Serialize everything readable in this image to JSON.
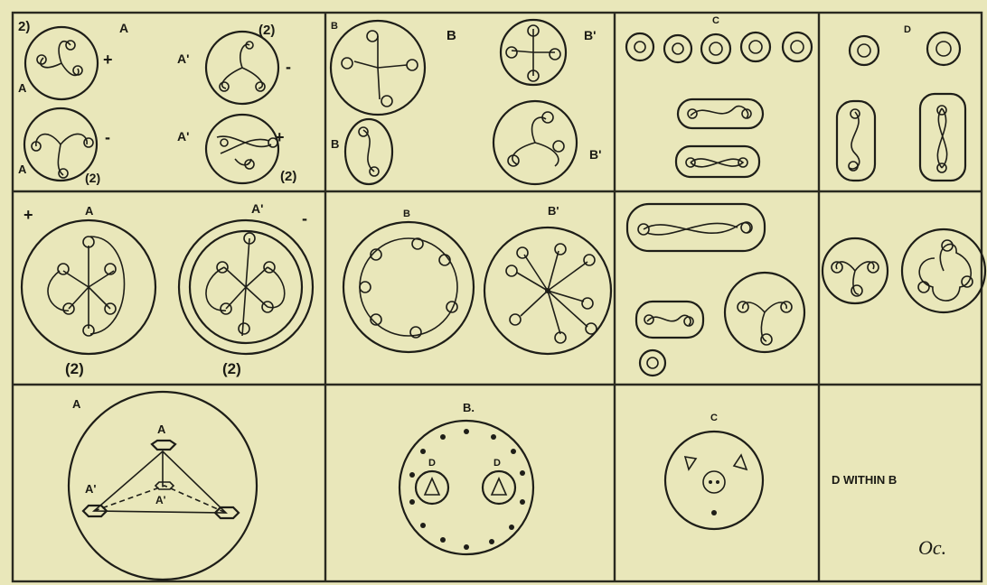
{
  "plate": {
    "panels": {
      "r1c1": {
        "labels": [
          "2)",
          "A",
          "A",
          "A",
          "(2)",
          "A'",
          "A'",
          "(2)",
          "(2)"
        ],
        "signs": [
          "+",
          "-",
          "-",
          "+"
        ]
      },
      "r1c2": {
        "labels": [
          "B",
          "B",
          "B",
          "B'",
          "B'"
        ]
      },
      "r1c3": {
        "labels": [
          "C"
        ]
      },
      "r1c4": {
        "labels": [
          "D"
        ]
      },
      "r2c1": {
        "labels": [
          "A",
          "A'",
          "(2)",
          "(2)"
        ],
        "signs": [
          "+",
          "-"
        ]
      },
      "r2c2": {
        "labels": [
          "B",
          "B'"
        ]
      },
      "r3c1": {
        "labels": [
          "A",
          "A",
          "A'",
          "A'"
        ]
      },
      "r3c2": {
        "labels": [
          "B.",
          "D",
          "D"
        ]
      },
      "r3c3": {
        "labels": [
          "C"
        ]
      },
      "r3c4": {
        "labels": [
          "D WITHIN B",
          "Oc."
        ]
      }
    }
  }
}
